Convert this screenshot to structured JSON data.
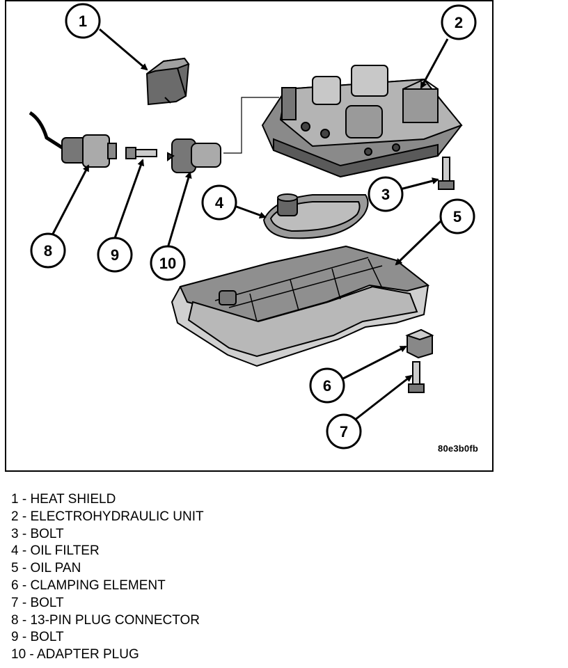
{
  "figure_id": "80e3b0fb",
  "callouts": [
    {
      "num": "1"
    },
    {
      "num": "2"
    },
    {
      "num": "3"
    },
    {
      "num": "4"
    },
    {
      "num": "5"
    },
    {
      "num": "6"
    },
    {
      "num": "7"
    },
    {
      "num": "8"
    },
    {
      "num": "9"
    },
    {
      "num": "10"
    }
  ],
  "legend": [
    "1 - HEAT SHIELD",
    "2 - ELECTROHYDRAULIC UNIT",
    "3 - BOLT",
    "4 - OIL FILTER",
    "5 - OIL PAN",
    "6 - CLAMPING ELEMENT",
    "7 - BOLT",
    "8 - 13-PIN PLUG CONNECTOR",
    "9 - BOLT",
    "10 - ADAPTER PLUG"
  ]
}
